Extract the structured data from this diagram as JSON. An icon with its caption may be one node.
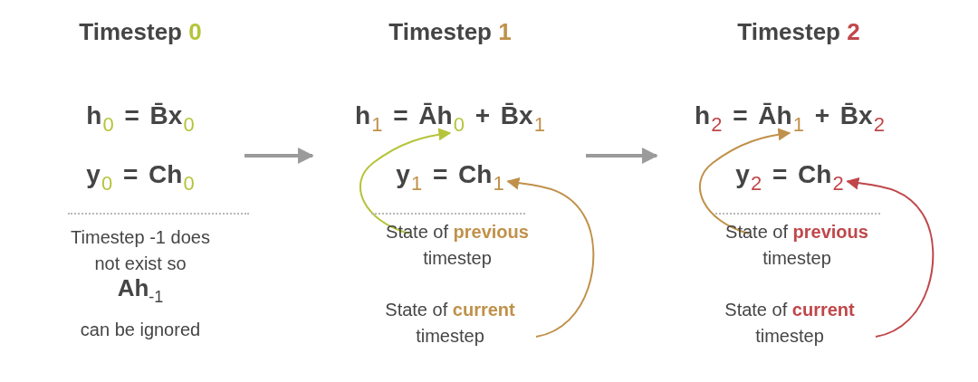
{
  "diagram": {
    "nodes": [
      {
        "text": [
          "Timestep 0",
          "h$_{0}$ = B̄x$_{0}$",
          "y$_{0}$ = Ch$_{0}$",
          "Timestep -1 does not exist so",
          "Ah$_{-1}$",
          "can be ignored"
        ]
      },
      {
        "text": [
          "Timestep 1"
        ]
      },
      {
        "text": [
          "h$_{1}$ = Āh$_{0}$ + B̄x$_{1}$"
        ],
        "in": 1
      },
      {
        "text": [
          "y$_{1}$ = Ch$_{1}$"
        ],
        "in": 1
      },
      {
        "text": [
          "State of **previous** timestep"
        ],
        "in": 1
      },
      {
        "text": [
          "State of **current** timestep"
        ],
        "in": 1
      },
      {
        "text": [
          "Timestep 2"
        ]
      },
      {
        "text": [
          "h$_{2}$ = Āh$_{1}$ + B̄x$_{2}$"
        ],
        "in": 6
      },
      {
        "text": [
          "y$_{2}$ = Ch$_{2}$"
        ],
        "in": 6
      },
      {
        "text": [
          "State of **previous** timestep"
        ],
        "in": 6
      },
      {
        "text": [
          "State of **current** timestep"
        ],
        "in": 6
      }
    ],
    "edges": [
      {
        "from": 0,
        "to": 1,
        "arrow": "to",
        "style": "thick",
        "color": "#9b9b9b"
      },
      {
        "from": 4,
        "to": 2,
        "arrow": "to",
        "color": "#b5c43a"
      },
      {
        "from": 5,
        "to": 3,
        "arrow": "to",
        "color": "#c0914a"
      },
      {
        "from": 1,
        "to": 6,
        "arrow": "to",
        "style": "thick",
        "color": "#9b9b9b"
      },
      {
        "from": 9,
        "to": 7,
        "arrow": "to",
        "color": "#c0914a"
      },
      {
        "from": 10,
        "to": 8,
        "arrow": "to",
        "color": "#c0474a"
      }
    ]
  }
}
